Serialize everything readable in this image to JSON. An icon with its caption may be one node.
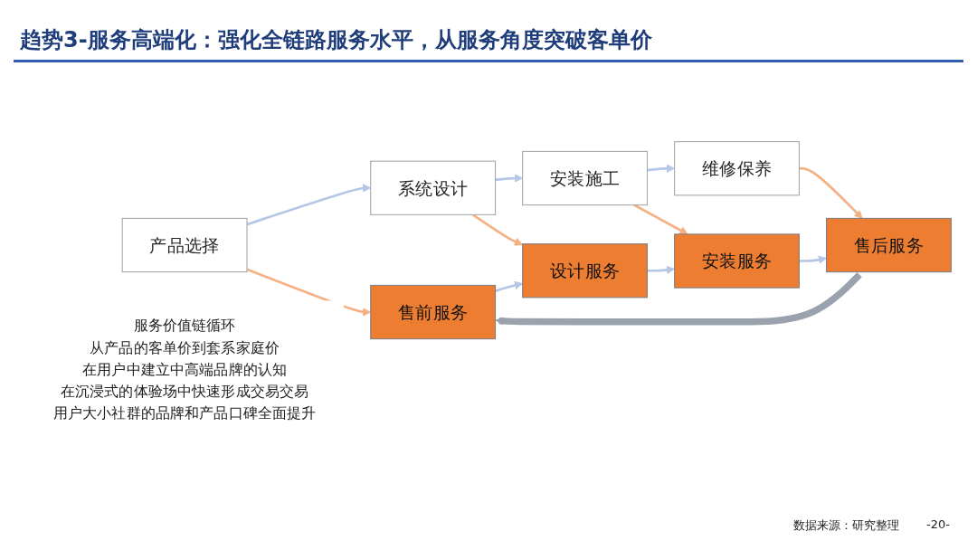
{
  "diagram": {
    "title": "趋势3-服务高端化：强化全链路服务水平，从服务角度突破客单价",
    "nodes": [
      {
        "text": [
          "产品选择"
        ]
      },
      {
        "text": [
          "系统设计"
        ]
      },
      {
        "text": [
          "安装施工"
        ]
      },
      {
        "text": [
          "维修保养"
        ]
      },
      {
        "text": [
          "售前服务"
        ]
      },
      {
        "text": [
          "设计服务"
        ]
      },
      {
        "text": [
          "安装服务"
        ]
      },
      {
        "text": [
          "售后服务"
        ]
      },
      {
        "text": [
          "服务价值链循环",
          "从产品的客单价到套系家庭价",
          "在用户中建立中高端品牌的认知",
          "在沉浸式的体验场中快速形成交易交易",
          "用户大小社群的品牌和产品口碑全面提升"
        ]
      }
    ],
    "edges": [
      {
        "from": 0,
        "to": 1,
        "arrow": "to"
      },
      {
        "from": 1,
        "to": 2,
        "arrow": "to"
      },
      {
        "from": 2,
        "to": 3,
        "arrow": "to"
      },
      {
        "from": 0,
        "to": 4,
        "arrow": "to",
        "color": "#f4b183"
      },
      {
        "from": 1,
        "to": 5,
        "arrow": "to",
        "color": "#f4b183"
      },
      {
        "from": 2,
        "to": 6,
        "arrow": "to",
        "color": "#f4b183"
      },
      {
        "from": 3,
        "to": 7,
        "arrow": "to",
        "color": "#f4b183"
      },
      {
        "from": 4,
        "to": 5,
        "arrow": "to"
      },
      {
        "from": 5,
        "to": 6,
        "arrow": "to"
      },
      {
        "from": 6,
        "to": 7,
        "arrow": "to"
      },
      {
        "from": 7,
        "to": 4,
        "arrow": "to",
        "style": "thick",
        "color": "#9aa3ad"
      }
    ],
    "labels": [
      "数据来源：研究整理",
      "-20-"
    ]
  }
}
